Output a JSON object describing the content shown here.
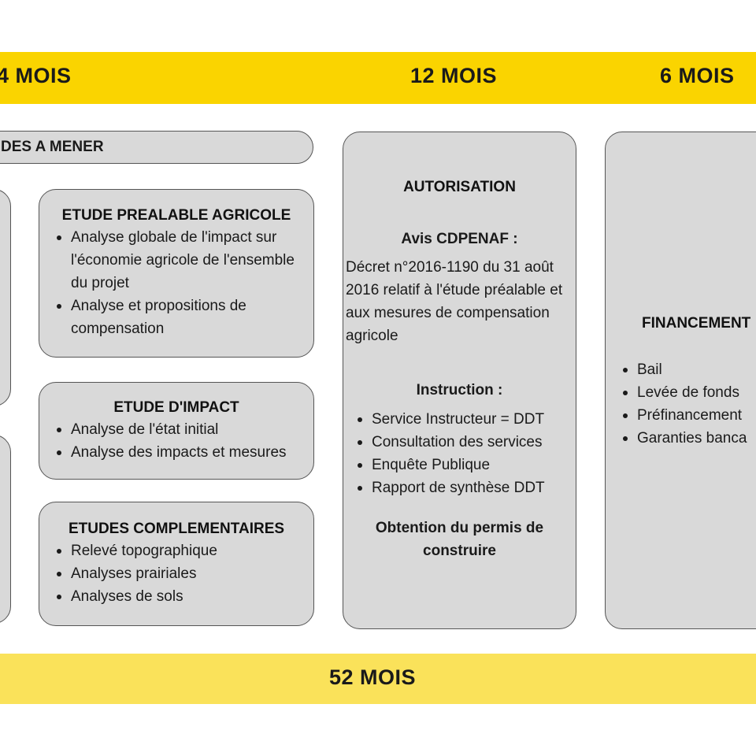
{
  "durations": {
    "top_left": "4 MOIS",
    "top_middle": "12 MOIS",
    "top_right": "6 MOIS",
    "bottom_total": "52 MOIS"
  },
  "studies_header": "DES A MENER",
  "etude_prealable": {
    "title": "ETUDE PREALABLE AGRICOLE",
    "items": [
      "Analyse globale de l'impact sur l'économie agricole de l'ensemble du projet",
      "Analyse et propositions de compensation"
    ]
  },
  "etude_impact": {
    "title": "ETUDE D'IMPACT",
    "items": [
      "Analyse de l'état initial",
      "Analyse des impacts et mesures"
    ]
  },
  "etudes_complementaires": {
    "title": "ETUDES COMPLEMENTAIRES",
    "items": [
      "Relevé topographique",
      "Analyses prairiales",
      "Analyses de sols"
    ]
  },
  "autorisation": {
    "title": "AUTORISATION",
    "avis_heading": "Avis CDPENAF :",
    "decree_text": "Décret n°2016-1190 du 31 août 2016 relatif à l'étude préalable et aux mesures de compensation agricole",
    "instruction_heading": "Instruction :",
    "instruction_items": [
      "Service Instructeur = DDT",
      "Consultation des services",
      "Enquête Publique",
      "Rapport de synthèse DDT"
    ],
    "conclusion": "Obtention du permis de construire"
  },
  "financement": {
    "title": "FINANCEMENT",
    "items": [
      "Bail",
      "Levée de fonds",
      "Préfinancement",
      "Garanties banca"
    ]
  },
  "colors": {
    "top_band": "#fad400",
    "bottom_band": "#fae25a",
    "box_fill": "#d9d9d9",
    "box_border": "#555555"
  }
}
